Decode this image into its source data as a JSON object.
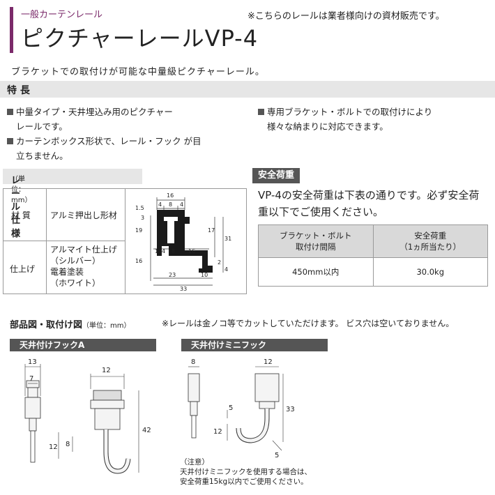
{
  "header": {
    "category": "一般カーテンレール",
    "notice": "※こちらのレールは業者様向けの資材販売です。",
    "title": "ピクチャーレールVP-4",
    "subtitle": "ブラケットでの取付けが可能な中量級ピクチャーレール。",
    "accent_color": "#7b2a6a"
  },
  "features": {
    "heading": "特 長",
    "items": [
      {
        "lines": [
          "中量タイプ・天井埋込み用のピクチャー",
          "レールです。"
        ]
      },
      {
        "lines": [
          "カーテンボックス形状で、レール・フック が目",
          "立ちません。"
        ]
      },
      {
        "lines": [
          "専用ブラケット・ボルトでの取付けにより",
          "様々な納まりに対応できます。"
        ]
      }
    ]
  },
  "rail_spec": {
    "heading": "レール仕様",
    "unit": "（単位：mm）",
    "rows": [
      {
        "label": "材 質",
        "value": [
          "アルミ押出し形材"
        ]
      },
      {
        "label": "仕上げ",
        "value": [
          "アルマイト仕上げ",
          "（シルバー）",
          "電着塗装",
          "（ホワイト）"
        ]
      }
    ],
    "dims": {
      "top_width": "16",
      "top_a": "4",
      "top_b": "8",
      "top_c": "4",
      "left_15": "1.5",
      "left_3": "3",
      "left_19": "19",
      "left_16": "16",
      "mid_1": "1",
      "mid_4": "4",
      "mid_8": "8",
      "mid_16": "16",
      "right_17": "17",
      "right_31": "31",
      "right_2": "2",
      "right_4": "4",
      "bot_23": "23",
      "bot_10": "10",
      "bot_33": "33"
    }
  },
  "safe_load": {
    "heading": "安全荷重",
    "text": "VP-4の安全荷重は下表の通りです。必ず安全荷重以下でご使用ください。",
    "table": {
      "col1_header": [
        "ブラケット・ボルト",
        "取付け間隔"
      ],
      "col2_header": [
        "安全荷重",
        "（1ヵ所当たり）"
      ],
      "col1_value": "450mm以内",
      "col2_value": "30.0kg"
    }
  },
  "parts": {
    "title": "部品図・取付け図",
    "unit": "（単位：mm）",
    "note": "※レールは金ノコ等でカットしていただけます。 ビス穴は空いておりません。",
    "hook_a": {
      "label": "天井付けフックA",
      "dims": {
        "w13": "13",
        "w7": "7",
        "w12": "12",
        "h42": "42",
        "h12": "12",
        "h8": "8"
      }
    },
    "mini_hook": {
      "label": "天井付けミニフック",
      "dims": {
        "w8": "8",
        "w12": "12",
        "h33": "33",
        "h5a": "5",
        "h12": "12",
        "h5b": "5"
      }
    },
    "caution": [
      "（注意）",
      "天井付けミニフックを使用する場合は、",
      "安全荷重15kg以内でご使用ください。"
    ]
  }
}
